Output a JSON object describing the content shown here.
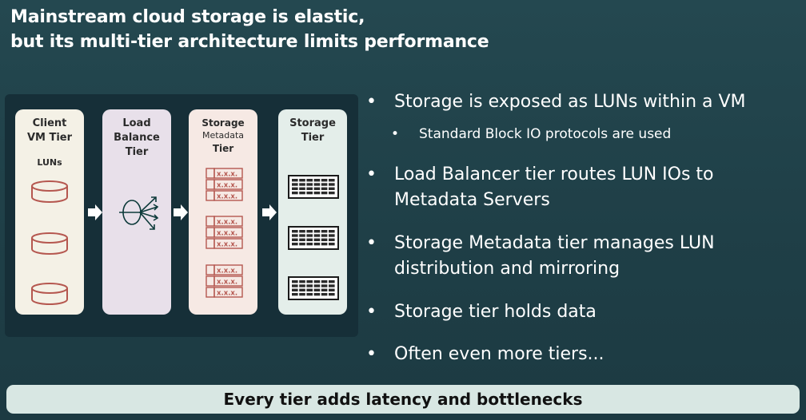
{
  "title": {
    "line1": "Mainstream cloud storage is elastic,",
    "line2": "but its multi-tier architecture limits performance"
  },
  "diagram": {
    "tiers": [
      {
        "label_lines": [
          "Client",
          "VM Tier"
        ],
        "sublabel": "LUNs",
        "color": "#f4f1e6",
        "icon": "disk-icon"
      },
      {
        "label_lines": [
          "Load",
          "Balance",
          "Tier"
        ],
        "color": "#e8e0ea",
        "icon": "load-balancer-icon"
      },
      {
        "label_lines": [
          "Storage",
          "Metadata",
          "Tier"
        ],
        "color": "#f6e9e4",
        "icon": "metadata-table-icon",
        "cell_text": "x.x.x."
      },
      {
        "label_lines": [
          "Storage",
          "Tier"
        ],
        "color": "#e4eeea",
        "icon": "storage-rack-icon"
      }
    ],
    "icon_color": "#b5574f"
  },
  "bullets": [
    {
      "text": "Storage is exposed as LUNs within a VM",
      "level": 1
    },
    {
      "text": "Standard Block IO protocols are used",
      "level": 2
    },
    {
      "text": "Load Balancer tier routes LUN IOs to",
      "text2": "Metadata Servers",
      "level": 1
    },
    {
      "text": "Storage Metadata tier manages LUN",
      "text2": "distribution and mirroring",
      "level": 1
    },
    {
      "text": "Storage tier holds data",
      "level": 1
    },
    {
      "text": "Often even more tiers...",
      "level": 1
    }
  ],
  "bullet_glyph": "•",
  "footer": "Every tier adds latency and bottlenecks"
}
